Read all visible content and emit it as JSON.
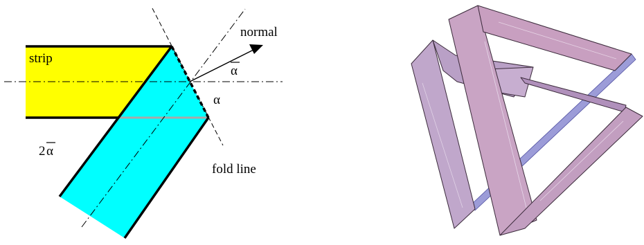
{
  "left_diagram": {
    "labels": {
      "strip": "strip",
      "normal": "normal",
      "alpha_bar": "α",
      "alpha": "α",
      "two_alpha_bar_prefix": "2",
      "two_alpha_bar_symbol": "α",
      "fold_line": "fold line"
    },
    "colors": {
      "strip_fill": "#ffff00",
      "folded_fill": "#00ffff",
      "edge": "#000000",
      "hidden_edge": "#a9a9a9"
    }
  },
  "right_figure": {
    "colors": {
      "band_fill": "#c5a8cb",
      "band_fill_dark": "#b59cc0",
      "edge_line": "#8080c8"
    }
  }
}
